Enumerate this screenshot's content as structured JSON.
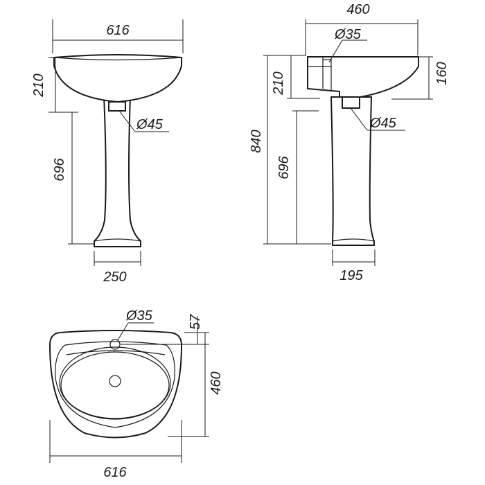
{
  "front_view": {
    "width_label": "616",
    "bowl_height_label": "210",
    "pedestal_height_label": "696",
    "base_width_label": "250",
    "drain_label": "Ø45"
  },
  "side_view": {
    "depth_label": "460",
    "tap_hole_label": "Ø35",
    "rear_height_label": "160",
    "bowl_height_label": "210",
    "total_height_label": "840",
    "pedestal_height_label": "696",
    "drain_label": "Ø45",
    "base_width_label": "195"
  },
  "top_view": {
    "tap_hole_label": "Ø35",
    "tap_offset_label": "57",
    "depth_label": "460",
    "width_label": "616"
  }
}
